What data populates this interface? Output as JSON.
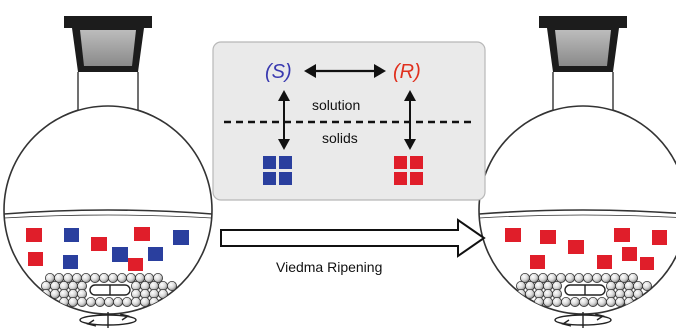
{
  "panel": {
    "s_label": "(S)",
    "r_label": "(R)",
    "solution_label": "solution",
    "solids_label": "solids"
  },
  "process_label": "Viedma Ripening",
  "colors": {
    "blue_crystal": "#2a3f9e",
    "red_crystal": "#e01e2a",
    "s_text": "#3a3ab0",
    "r_text": "#e0301e",
    "panel_bg": "#eaeaea",
    "flask_neck": "#1c1c1c",
    "flask_lid_fill": "#9a9a9a"
  }
}
